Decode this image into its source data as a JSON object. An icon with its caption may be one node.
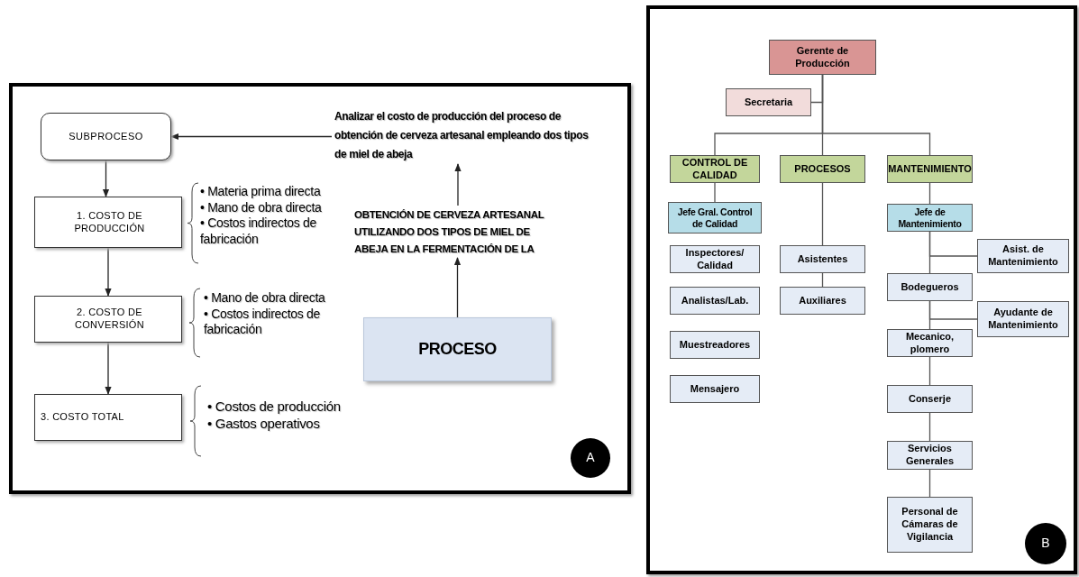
{
  "diagram": {
    "nodes": [
      {
        "text": [],
        "shape": "box"
      },
      {
        "text": [
          "SUBPROCESO"
        ],
        "in": 0
      },
      {
        "text": [
          "1. COSTO DE PRODUCCIÓN"
        ],
        "in": 0,
        "beside": [
          "• Materia prima directa",
          "• Mano de obra directa",
          "• Costos indirectos de fabricación"
        ]
      },
      {
        "text": [
          "2. COSTO DE CONVERSIÓN"
        ],
        "in": 0,
        "beside": [
          "• Mano de obra directa",
          "• Costos indirectos de fabricación"
        ]
      },
      {
        "text": [
          "3. COSTO TOTAL"
        ],
        "in": 0,
        "beside": [
          "• Costos de producción",
          "• Gastos operativos"
        ]
      },
      {
        "text": [
          "Analizar el costo de producción del proceso de obtención de cerveza artesanal empleando dos tipos de miel de abeja"
        ],
        "in": 0
      },
      {
        "text": [
          "OBTENCIÓN DE CERVEZA ARTESANAL UTILIZANDO DOS TIPOS DE MIEL DE ABEJA EN LA FERMENTACIÓN DE LA"
        ],
        "in": 0
      },
      {
        "text": [
          "PROCESO"
        ],
        "in": 0
      },
      {
        "text": [
          "A"
        ],
        "in": 0
      },
      {
        "text": [],
        "shape": "box"
      },
      {
        "text": [
          "Gerente de Producción"
        ],
        "in": 9
      },
      {
        "text": [
          "Secretaria"
        ],
        "in": 9
      },
      {
        "text": [
          "CONTROL DE CALIDAD"
        ],
        "in": 9
      },
      {
        "text": [
          "PROCESOS"
        ],
        "in": 9
      },
      {
        "text": [
          "MANTENIMIENTO"
        ],
        "in": 9
      },
      {
        "text": [
          "Jefe Gral. Control de Calidad"
        ],
        "in": 9
      },
      {
        "text": [
          "Inspectores/ Calidad"
        ],
        "in": 9
      },
      {
        "text": [
          "Analistas/Lab."
        ],
        "in": 9
      },
      {
        "text": [
          "Muestreadores"
        ],
        "in": 9
      },
      {
        "text": [
          "Mensajero"
        ],
        "in": 9
      },
      {
        "text": [
          "Asistentes"
        ],
        "in": 9
      },
      {
        "text": [
          "Auxiliares"
        ],
        "in": 9
      },
      {
        "text": [
          "Jefe de Mantenimiento"
        ],
        "in": 9
      },
      {
        "text": [
          "Asist. de Mantenimiento"
        ],
        "in": 9
      },
      {
        "text": [
          "Bodegueros"
        ],
        "in": 9
      },
      {
        "text": [
          "Ayudante de Mantenimiento"
        ],
        "in": 9
      },
      {
        "text": [
          "Mecanico, plomero"
        ],
        "in": 9
      },
      {
        "text": [
          "Conserje"
        ],
        "in": 9
      },
      {
        "text": [
          "Servicios Generales"
        ],
        "in": 9
      },
      {
        "text": [
          "Personal de Cámaras de Vigilancia"
        ],
        "in": 9
      },
      {
        "text": [
          "B"
        ],
        "in": 9
      }
    ],
    "edges": [
      {
        "from": 5,
        "to": 1,
        "arrow": "to"
      },
      {
        "from": 1,
        "to": 2,
        "arrow": "to"
      },
      {
        "from": 2,
        "to": 3,
        "arrow": "to"
      },
      {
        "from": 3,
        "to": 4,
        "arrow": "to"
      },
      {
        "from": 6,
        "to": 5,
        "arrow": "to"
      },
      {
        "from": 7,
        "to": 6,
        "arrow": "to"
      },
      {
        "from": 10,
        "to": 11,
        "arrow": "none"
      },
      {
        "from": 10,
        "to": 12,
        "arrow": "none"
      },
      {
        "from": 10,
        "to": 13,
        "arrow": "none"
      },
      {
        "from": 10,
        "to": 14,
        "arrow": "none"
      },
      {
        "from": 12,
        "to": 15,
        "arrow": "none"
      },
      {
        "from": 13,
        "to": 20,
        "arrow": "none"
      },
      {
        "from": 20,
        "to": 21,
        "arrow": "none"
      },
      {
        "from": 14,
        "to": 22,
        "arrow": "none"
      },
      {
        "from": 22,
        "to": 23,
        "arrow": "none"
      },
      {
        "from": 22,
        "to": 24,
        "arrow": "none"
      },
      {
        "from": 24,
        "to": 25,
        "arrow": "none"
      },
      {
        "from": 24,
        "to": 26,
        "arrow": "none"
      },
      {
        "from": 26,
        "to": 27,
        "arrow": "none"
      },
      {
        "from": 27,
        "to": 28,
        "arrow": "none"
      },
      {
        "from": 28,
        "to": 29,
        "arrow": "none"
      }
    ]
  }
}
